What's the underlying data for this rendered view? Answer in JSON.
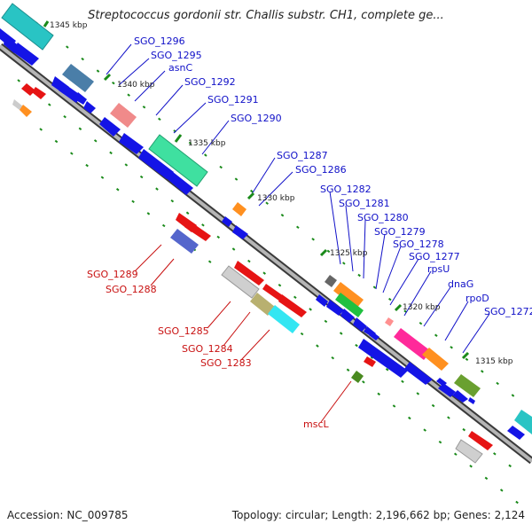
{
  "title": "Streptococcus gordonii str. Challis substr. CH1, complete ge...",
  "footer": {
    "accession_label": "Accession:",
    "accession": "NC_009785",
    "topology_label": "Topology:",
    "topology": "circular",
    "length_label": "Length:",
    "length": "2,196,662 bp",
    "genes_label": "Genes:",
    "genes": "2,124"
  },
  "colors": {
    "backbone": "#8a8a8a",
    "forward_label": "#1010c8",
    "reverse_label": "#c81010",
    "tick": "#1a8a1a",
    "forward_cds": "#1414e6",
    "reverse_cds": "#e61414"
  },
  "position_markers": [
    "1345 kbp",
    "1340 kbp",
    "1335 kbp",
    "1330 kbp",
    "1325 kbp",
    "1320 kbp",
    "1315 kbp"
  ],
  "forward_gene_labels": [
    "SGO_1296",
    "SGO_1295",
    "asnC",
    "SGO_1292",
    "SGO_1291",
    "SGO_1290",
    "SGO_1287",
    "SGO_1286",
    "SGO_1282",
    "SGO_1281",
    "SGO_1280",
    "SGO_1279",
    "SGO_1278",
    "SGO_1277",
    "rpsU",
    "dnaG",
    "rpoD",
    "SGO_1272"
  ],
  "reverse_gene_labels": [
    "SGO_1289",
    "SGO_1288",
    "SGO_1285",
    "SGO_1284",
    "SGO_1283",
    "mscL"
  ]
}
